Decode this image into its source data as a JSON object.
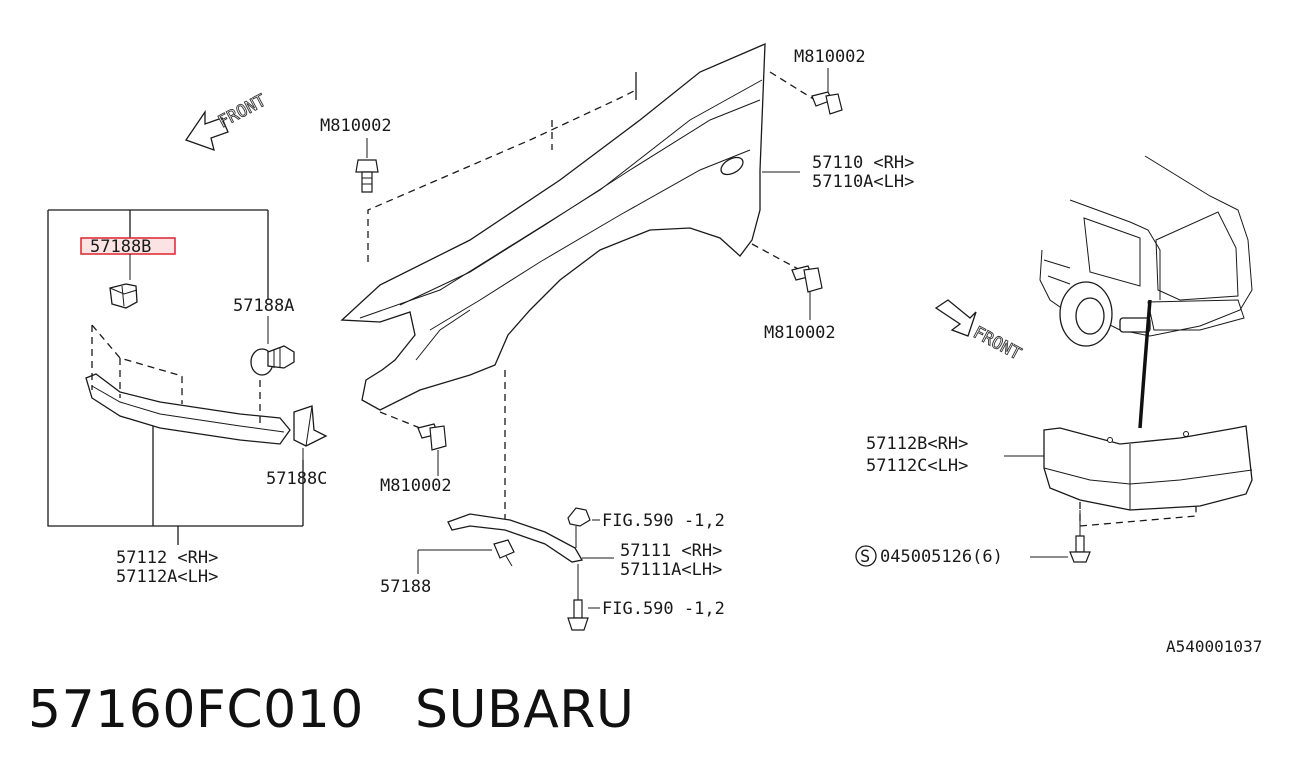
{
  "labels": {
    "front_left": "FRONT",
    "front_right": "FRONT",
    "m810002_top_center": "M810002",
    "m810002_top_right": "M810002",
    "m810002_mid_right": "M810002",
    "m810002_bottom": "M810002",
    "p57110_rh": "57110 <RH>",
    "p57110a_lh": "57110A<LH>",
    "p57188b": "57188B",
    "p57188a": "57188A",
    "p57188c": "57188C",
    "p57112_rh": "57112  <RH>",
    "p57112a_lh": "57112A<LH>",
    "p57188": "57188",
    "fig590_top": "FIG.590 -1,2",
    "fig590_bottom": "FIG.590 -1,2",
    "p57111_rh": "57111  <RH>",
    "p57111a_lh": "57111A<LH>",
    "p57112b_rh": "57112B<RH>",
    "p57112c_lh": "57112C<LH>",
    "screw_circle": "S",
    "screw_part": "045005126(6)",
    "diagram_code": "A540001037"
  },
  "footer": {
    "part_number": "57160FC010",
    "brand": "SUBARU"
  },
  "colors": {
    "highlight_border": "#e0303a",
    "highlight_fill": "#fbe3e4"
  }
}
